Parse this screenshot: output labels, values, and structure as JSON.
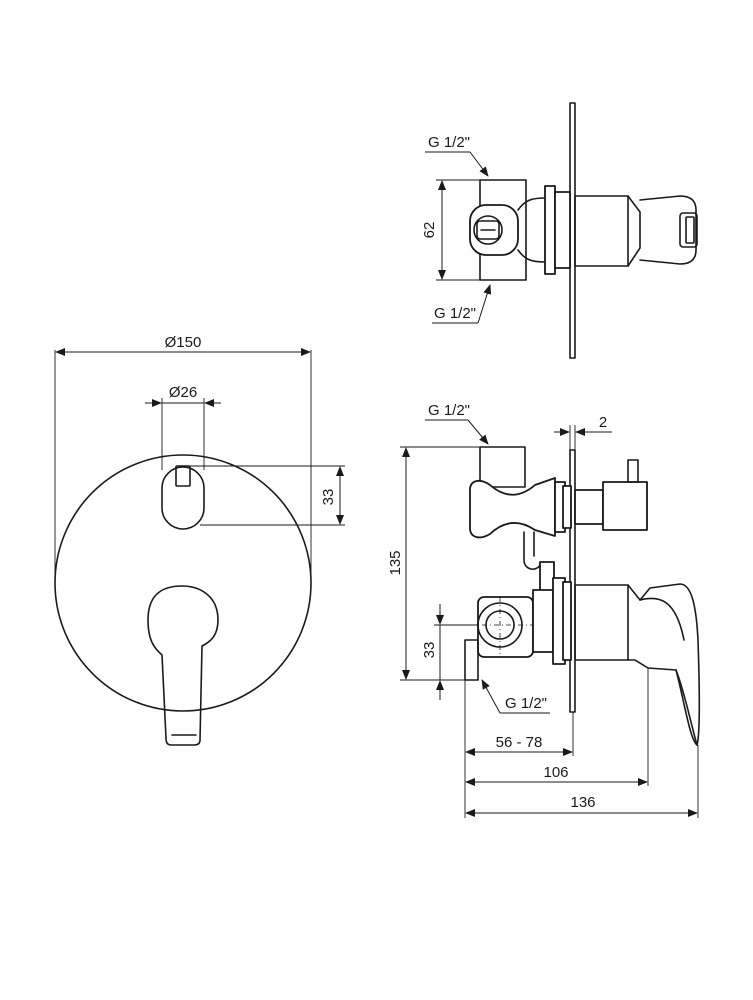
{
  "front_view": {
    "diameter_label": "Ø150",
    "selector_diameter_label": "Ø26",
    "selector_offset_label": "33"
  },
  "top_view": {
    "connection_top_label": "G 1/2\"",
    "connection_bottom_label": "G 1/2\"",
    "body_width_label": "62"
  },
  "side_view": {
    "connection_top_label": "G 1/2\"",
    "connection_bottom_label": "G 1/2\"",
    "plate_thickness_label": "2",
    "total_height_label": "135",
    "outlet_offset_label": "33",
    "install_depth_label": "56 - 78",
    "depth_106_label": "106",
    "depth_136_label": "136"
  },
  "colors": {
    "line": "#1a1a1a",
    "background": "#ffffff"
  }
}
